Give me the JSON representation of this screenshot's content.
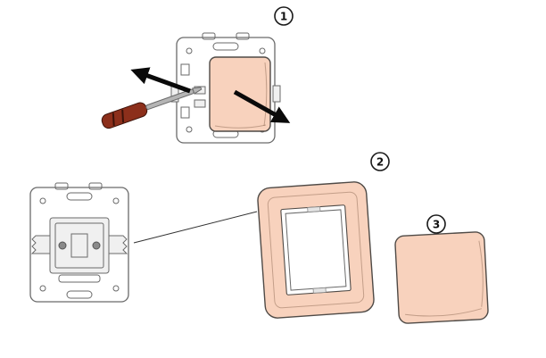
{
  "figure": {
    "background": "#ffffff"
  },
  "colors": {
    "background": "#ffffff",
    "cover_fill": "#f8d2bd",
    "cover_stroke": "#4f4a46",
    "metal_fill": "#ffffff",
    "metal_stroke": "#6a6a6a",
    "arrow_fill": "#0a0a0a",
    "screwdriver_handle": "#8c2f1b",
    "screwdriver_shaft": "#b5b5b5",
    "connector": "#333333",
    "callout_stroke": "#1a1a1a"
  },
  "callouts": [
    {
      "label": "1"
    },
    {
      "label": "2"
    },
    {
      "label": "3"
    }
  ]
}
